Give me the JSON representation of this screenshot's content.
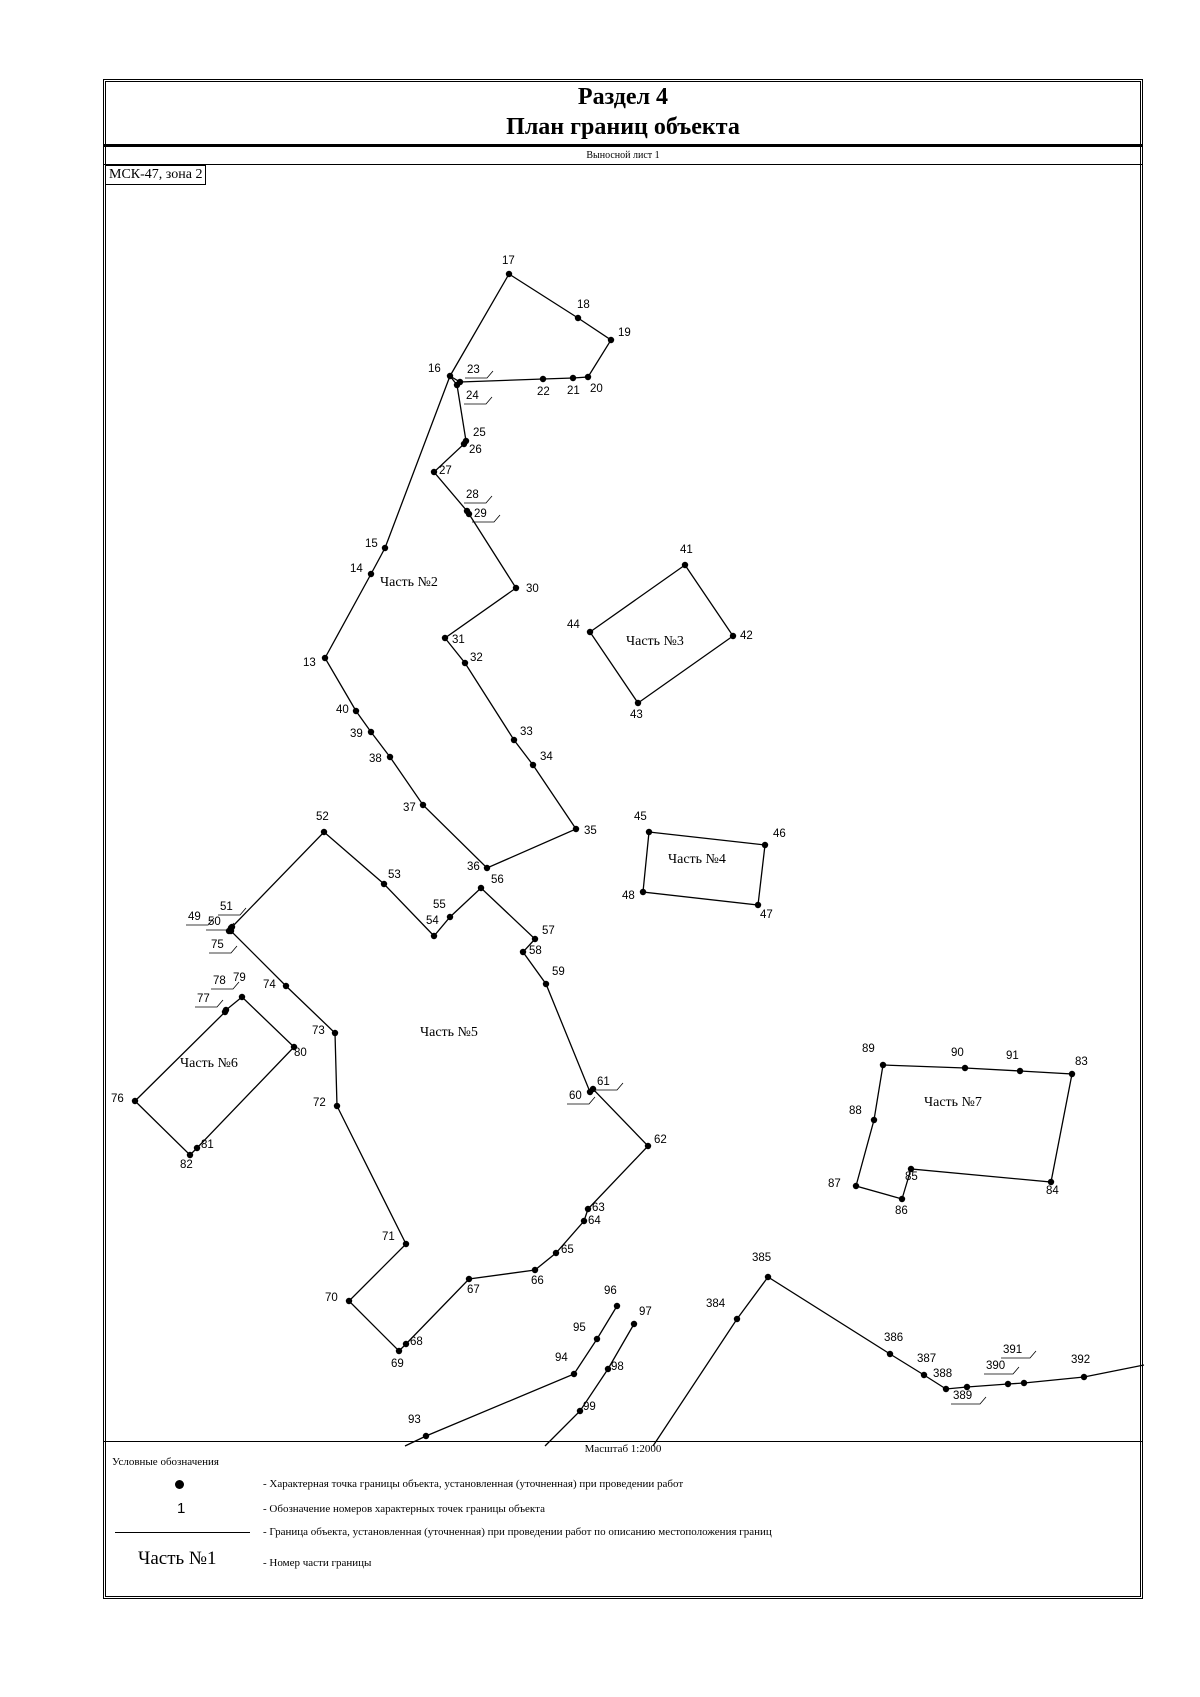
{
  "header": {
    "section": "Раздел 4",
    "title": "План границ объекта"
  },
  "sheet_label": "Выносной лист 1",
  "crs_label": "МСК-47, зона 2",
  "scale_label": "Масштаб 1:2000",
  "legend": {
    "title": "Условные обозначения",
    "sample_number": "1",
    "sample_part": "Часть №1",
    "point_desc": "- Характерная точка границы объекта, установленная (уточненная) при проведении работ",
    "number_desc": "- Обозначение номеров характерных точек границы объекта",
    "line_desc": "- Граница объекта, установленная (уточненная) при проведении работ по описанию местоположения границ",
    "part_desc": "- Номер части границы"
  },
  "parts": [
    {
      "label": "Часть №2"
    },
    {
      "label": "Часть №3"
    },
    {
      "label": "Часть №4"
    },
    {
      "label": "Часть №5"
    },
    {
      "label": "Часть №6"
    },
    {
      "label": "Часть №7"
    }
  ],
  "points": [
    "13",
    "14",
    "15",
    "16",
    "17",
    "18",
    "19",
    "20",
    "21",
    "22",
    "23",
    "24",
    "25",
    "26",
    "27",
    "28",
    "29",
    "30",
    "31",
    "32",
    "33",
    "34",
    "35",
    "36",
    "37",
    "38",
    "39",
    "40",
    "41",
    "42",
    "43",
    "44",
    "45",
    "46",
    "47",
    "48",
    "49",
    "50",
    "51",
    "52",
    "53",
    "54",
    "55",
    "56",
    "57",
    "58",
    "59",
    "60",
    "61",
    "62",
    "63",
    "64",
    "65",
    "66",
    "67",
    "68",
    "69",
    "70",
    "71",
    "72",
    "73",
    "74",
    "75",
    "76",
    "77",
    "78",
    "79",
    "80",
    "81",
    "82",
    "83",
    "84",
    "85",
    "86",
    "87",
    "88",
    "89",
    "90",
    "91",
    "93",
    "94",
    "95",
    "96",
    "97",
    "98",
    "99",
    "384",
    "385",
    "386",
    "387",
    "388",
    "389",
    "390",
    "391",
    "392"
  ],
  "colors": {
    "ink": "#000000",
    "paper": "#ffffff"
  }
}
